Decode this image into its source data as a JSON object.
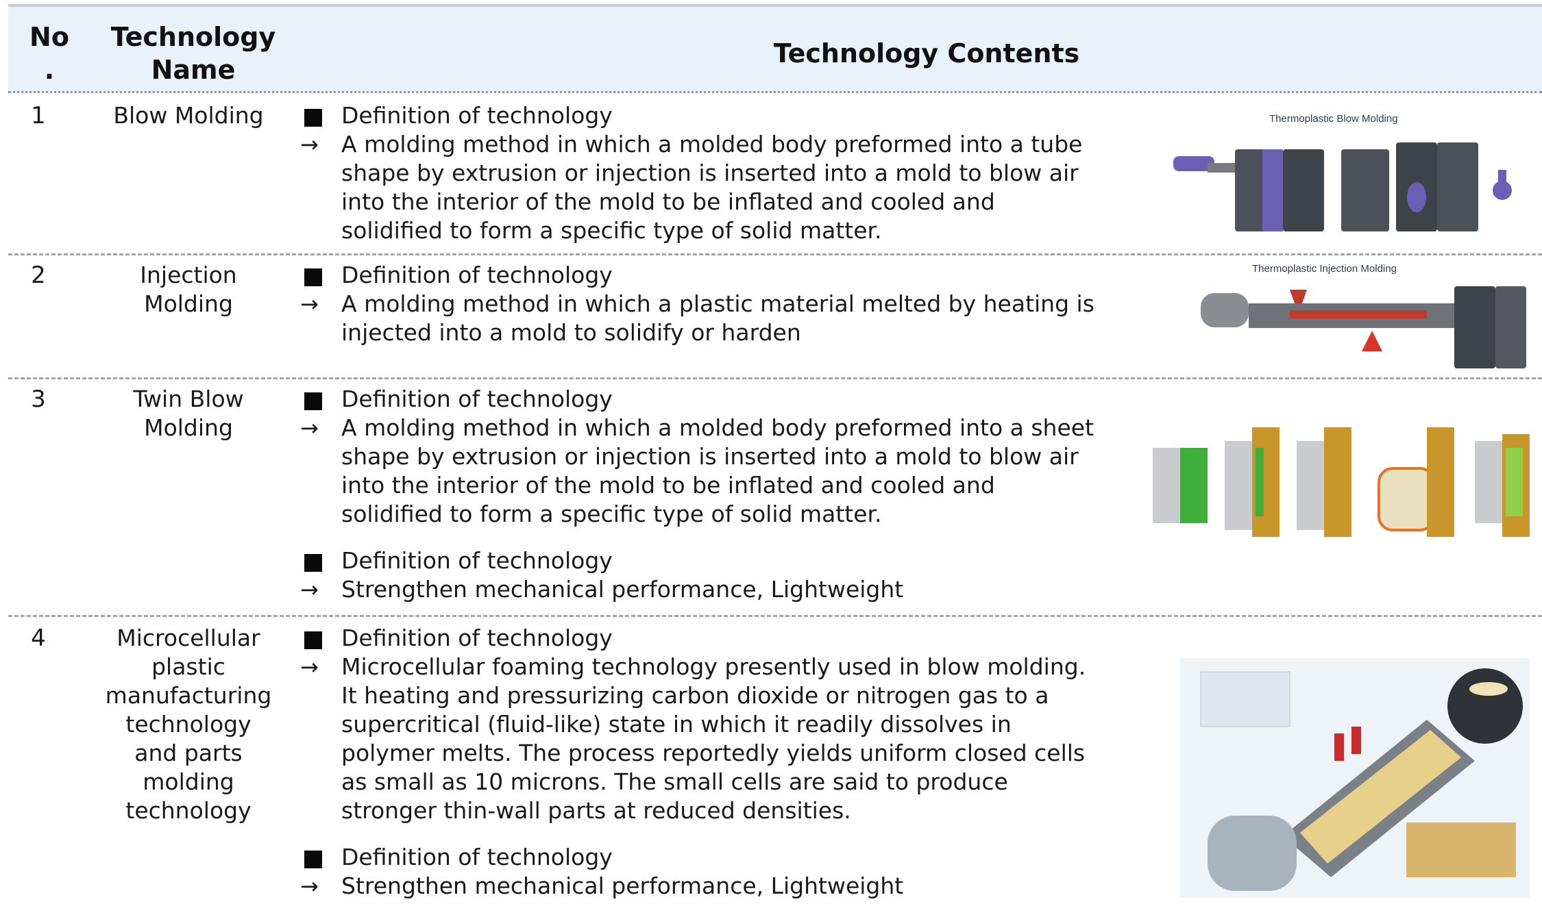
{
  "header": {
    "no_label": "No\n.",
    "name_label": "Technology\nName",
    "contents_label": "Technology Contents"
  },
  "rows": [
    {
      "no": "1",
      "name": "Blow Molding",
      "blocks": [
        {
          "heading": "Definition  of  technology",
          "text": "A  molding  method  in  which  a  molded  body  preformed  into  a  tube shape  by  extrusion  or  injection  is  inserted  into  a  mold  to  blow  air into  the  interior  of  the  mold  to  be  inflated  and  cooled  and  solidified to  form  a  specific  type  of  solid  matter."
        }
      ],
      "figure_title": "Thermoplastic Blow Molding"
    },
    {
      "no": "2",
      "name": "Injection\nMolding",
      "blocks": [
        {
          "heading": "Definition  of  technology",
          "text": "A  molding  method  in  which  a  plastic  material  melted  by  heating  is injected  into  a  mold  to  solidify  or  harden"
        }
      ],
      "figure_title": "Thermoplastic Injection Molding"
    },
    {
      "no": "3",
      "name": "Twin Blow\nMolding",
      "blocks": [
        {
          "heading": "Definition  of  technology",
          "text": "A  molding  method  in  which  a  molded  body  preformed  into  a  sheet shape  by  extrusion  or  injection  is  inserted  into  a  mold  to  blow  air into  the  interior  of  the  mold  to  be  inflated  and  cooled  and  solidified to  form  a  specific  type  of  solid  matter."
        },
        {
          "heading": "Definition  of  technology",
          "text": "Strengthen  mechanical  performance,  Lightweight"
        }
      ]
    },
    {
      "no": "4",
      "name": "Microcellular\nplastic\nmanufacturing\ntechnology\nand parts\nmolding\ntechnology",
      "blocks": [
        {
          "heading": "Definition  of  technology",
          "text": "Microcellular  foaming  technology  presently  used  in  blow  molding. It  heating  and  pressurizing  carbon  dioxide  or  nitrogen  gas  to  a supercritical  (fluid-like)  state  in  which  it  readily  dissolves  in  polymer melts.  The  process  reportedly  yields  uniform  closed  cells  as  small  as 10  microns.  The  small  cells  are  said  to  produce  stronger  thin-wall parts  at  reduced  densities."
        },
        {
          "heading": "Definition  of  technology",
          "text": "Strengthen  mechanical  performance,  Lightweight"
        }
      ]
    }
  ],
  "icons": {
    "square_bullet": "black-square-bullet",
    "arrow_bullet": "right-arrow-bullet"
  },
  "arrow_glyph": "→"
}
